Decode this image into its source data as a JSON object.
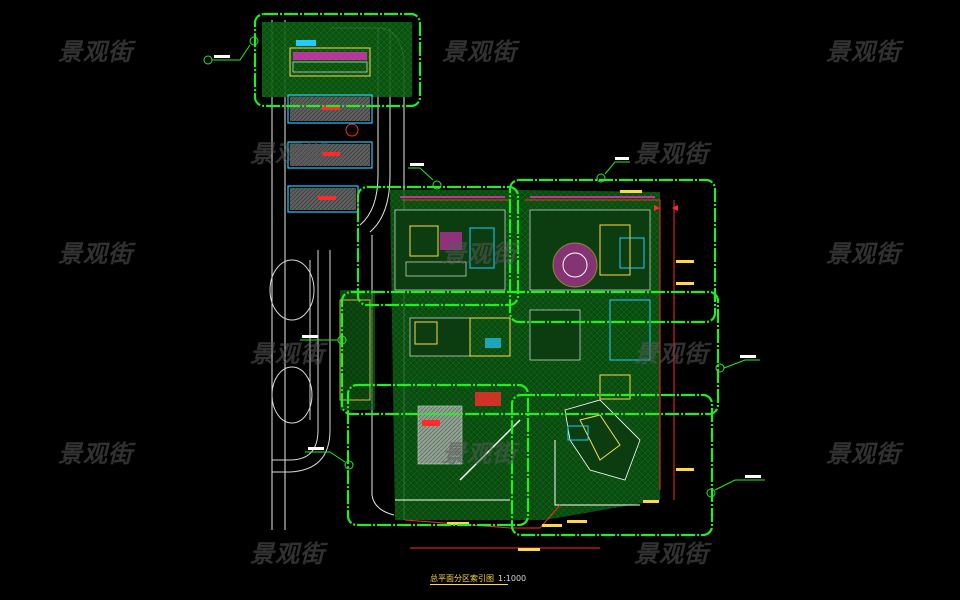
{
  "drawing": {
    "title": "总平面分区索引图",
    "scale": "1:1000",
    "watermark_text": "景观街",
    "colors": {
      "background": "#000000",
      "zone_outline": "#22ee22",
      "road": "#e8e8e8",
      "site_boundary": "#ff2a2a",
      "landscape_fill": "#0e6a14",
      "building": "#ffd84a",
      "accent": "#ff2ad4"
    }
  }
}
